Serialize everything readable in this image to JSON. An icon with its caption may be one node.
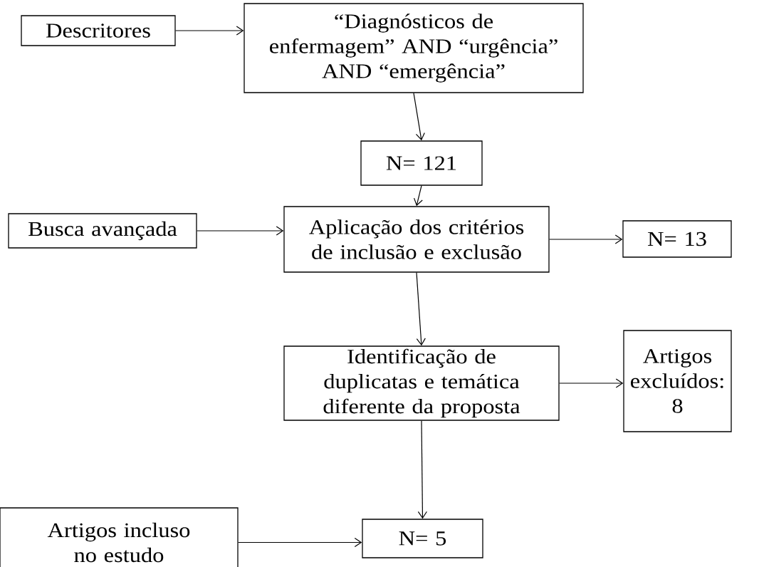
{
  "diagram": {
    "nodes": [
      {
        "text": [
          "Descritores"
        ]
      },
      {
        "text": [
          "“Diagnósticos de enfermagem” AND “urgência” AND “emergência”"
        ]
      },
      {
        "text": [
          "N= 121"
        ]
      },
      {
        "text": [
          "Busca avançada"
        ]
      },
      {
        "text": [
          "Aplicação dos critérios de inclusão e exclusão"
        ]
      },
      {
        "text": [
          "N= 13"
        ]
      },
      {
        "text": [
          "Identificação de duplicatas e temática diferente da proposta"
        ]
      },
      {
        "text": [
          "Artigos excluídos: 8"
        ]
      },
      {
        "text": [
          "Artigos incluso no estudo"
        ]
      },
      {
        "text": [
          "N= 5"
        ]
      }
    ],
    "edges": [
      {
        "from": 0,
        "to": 1,
        "arrow": "to"
      },
      {
        "from": 1,
        "to": 2,
        "arrow": "to"
      },
      {
        "from": 2,
        "to": 4,
        "arrow": "to"
      },
      {
        "from": 3,
        "to": 4,
        "arrow": "to"
      },
      {
        "from": 4,
        "to": 5,
        "arrow": "to"
      },
      {
        "from": 4,
        "to": 6,
        "arrow": "to"
      },
      {
        "from": 6,
        "to": 7,
        "arrow": "to"
      },
      {
        "from": 6,
        "to": 9,
        "arrow": "to"
      },
      {
        "from": 8,
        "to": 9,
        "arrow": "to"
      }
    ]
  }
}
